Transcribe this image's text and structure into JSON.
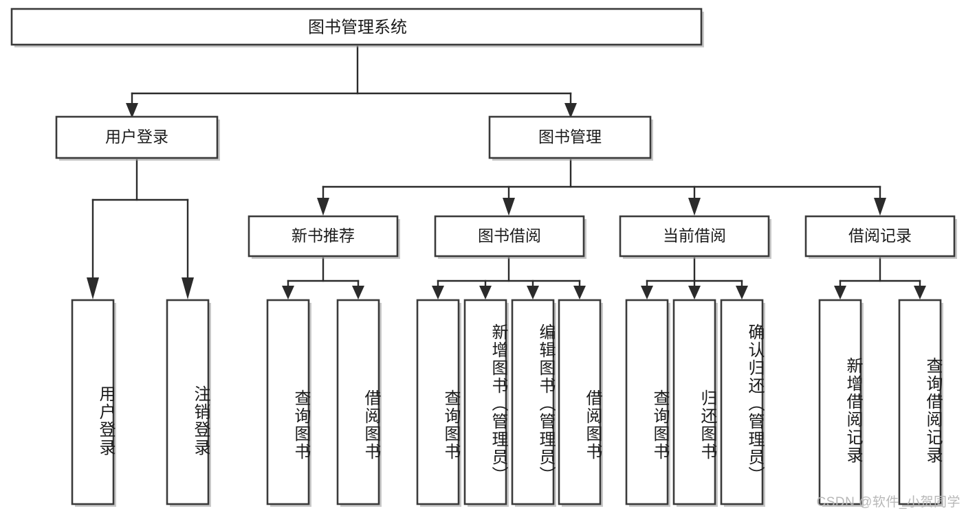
{
  "diagram": {
    "title": "图书管理系统",
    "type": "tree-hierarchy-functional-decomposition",
    "root": {
      "id": "root",
      "label": "图书管理系统"
    },
    "level2": [
      {
        "id": "user-login",
        "label": "用户登录"
      },
      {
        "id": "book-management",
        "label": "图书管理"
      }
    ],
    "level3": [
      {
        "id": "new-book-recommend",
        "label": "新书推荐",
        "parent": "book-management"
      },
      {
        "id": "book-borrow",
        "label": "图书借阅",
        "parent": "book-management"
      },
      {
        "id": "current-borrow",
        "label": "当前借阅",
        "parent": "book-management"
      },
      {
        "id": "borrow-record",
        "label": "借阅记录",
        "parent": "book-management"
      }
    ],
    "leaves": {
      "user-login": [
        {
          "id": "leaf-user-login",
          "label": "用户登录"
        },
        {
          "id": "leaf-logout-login",
          "label": "注销登录"
        }
      ],
      "new-book-recommend": [
        {
          "id": "leaf-query-book-1",
          "label": "查询图书"
        },
        {
          "id": "leaf-borrow-book-1",
          "label": "借阅图书"
        }
      ],
      "book-borrow": [
        {
          "id": "leaf-query-book-2",
          "label": "查询图书"
        },
        {
          "id": "leaf-add-book",
          "label": "新增图书（管理员）"
        },
        {
          "id": "leaf-edit-book",
          "label": "编辑图书（管理员）"
        },
        {
          "id": "leaf-borrow-book-2",
          "label": "借阅图书"
        }
      ],
      "current-borrow": [
        {
          "id": "leaf-query-book-3",
          "label": "查询图书"
        },
        {
          "id": "leaf-return-book",
          "label": "归还图书"
        },
        {
          "id": "leaf-confirm-return",
          "label": "确认归还（管理员）"
        }
      ],
      "borrow-record": [
        {
          "id": "leaf-add-record",
          "label": "新增借阅记录"
        },
        {
          "id": "leaf-query-record",
          "label": "查询借阅记录"
        }
      ]
    },
    "watermark": "CSDN @软件_小贺同学",
    "colors": {
      "background": "#ffffff",
      "box_fill": "#ffffff",
      "box_stroke": "#3a3a3a",
      "line": "#2b2b2b",
      "text": "#1b1b1b",
      "watermark": "#b8b8b8"
    }
  }
}
